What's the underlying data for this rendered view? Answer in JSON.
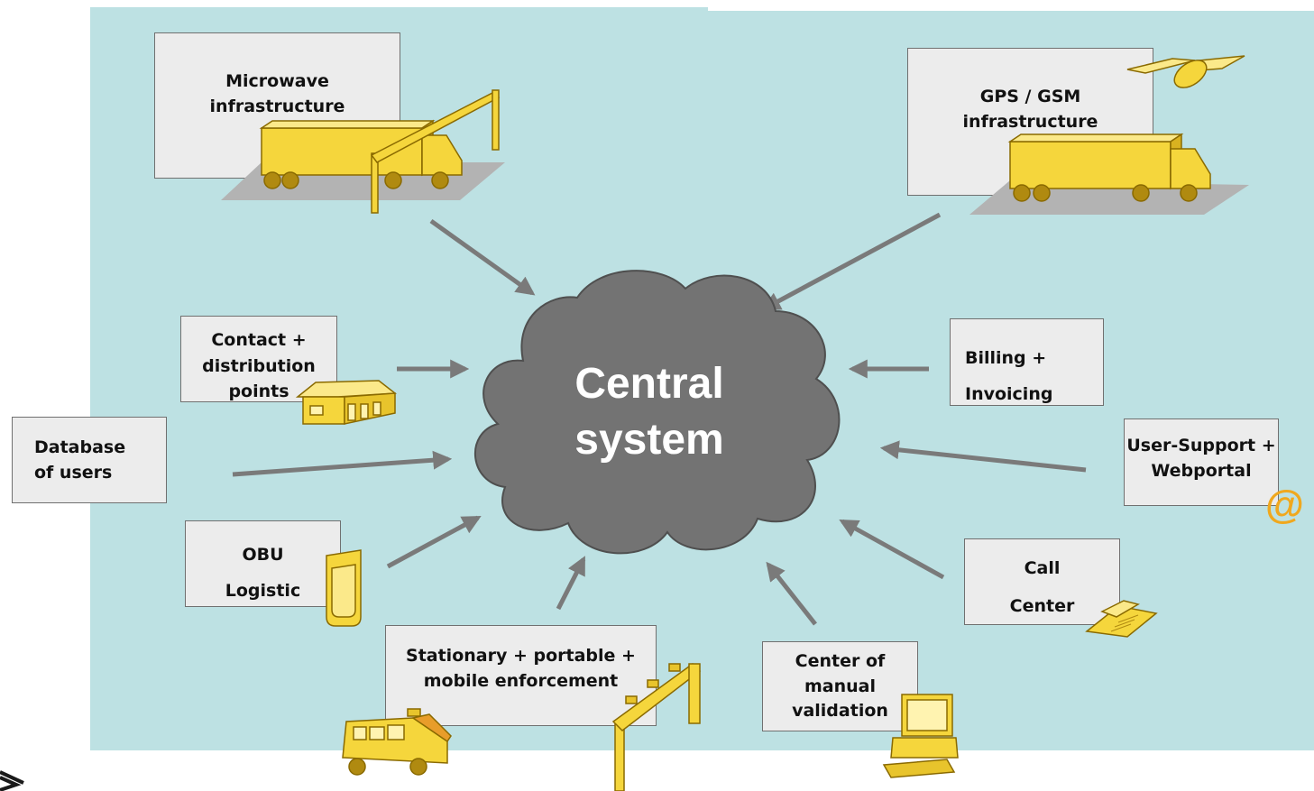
{
  "central": {
    "line1": "Central",
    "line2": "system"
  },
  "nodes": {
    "microwave": [
      "Microwave",
      "infrastructure"
    ],
    "gps_gsm": [
      "GPS / GSM",
      "infrastructure"
    ],
    "contact": [
      "Contact +",
      "distribution",
      "points"
    ],
    "billing": [
      "Billing +",
      "Invoicing"
    ],
    "database": [
      "Database",
      "of users"
    ],
    "user_support": [
      "User-Support +",
      "Webportal"
    ],
    "obu": [
      "OBU",
      "Logistic"
    ],
    "call_center": [
      "Call",
      "Center"
    ],
    "enforcement": [
      "Stationary + portable +",
      "mobile enforcement"
    ],
    "validation": [
      "Center of",
      "manual",
      "validation"
    ]
  },
  "at_symbol": "@",
  "colors": {
    "background": "#bde1e3",
    "cloud": "#737373",
    "box": "#ececec",
    "arrow": "#7a7a7a",
    "icon": "#f5d63c"
  },
  "icons": [
    "truck-icon",
    "toll-gantry-icon",
    "satellite-icon",
    "house-icon",
    "obu-device-icon",
    "telephone-icon",
    "computer-icon",
    "van-icon",
    "at-icon"
  ]
}
